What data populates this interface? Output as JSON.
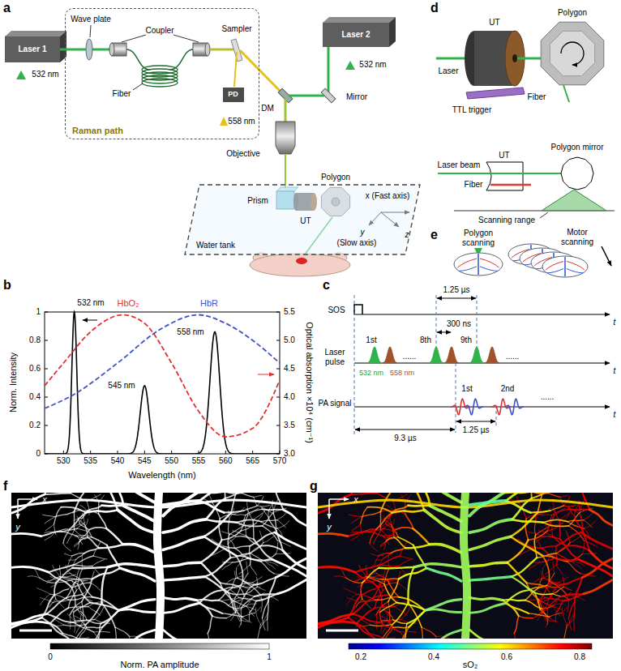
{
  "diagram": {
    "nodes": [
      {
        "text": [
          "Laser 1"
        ]
      },
      {
        "text": [
          "Raman path"
        ]
      },
      {
        "text": [
          "PD"
        ],
        "in": 1
      },
      {
        "text": [
          "Laser 2"
        ]
      },
      {
        "text": [
          "Water tank"
        ]
      }
    ],
    "labels": [
      "a",
      "532 nm",
      "Wave plate",
      "Coupler",
      "Fiber",
      "Sampler",
      "558 nm",
      "DM",
      "Mirror",
      "532 nm",
      "Objective",
      "Prism",
      "Polygon",
      "UT",
      "x (Fast axis)",
      "y",
      "(Slow axis)",
      "z",
      "b",
      "532 nm",
      "HbO₂",
      "HbR",
      "545 nm",
      "558 nm",
      "Norm. Intensity",
      "Optical absorption ×10⁴ (cm⁻¹)",
      "Wavelength (nm)",
      "0",
      "0.2",
      "0.4",
      "0.6",
      "0.8",
      "1",
      "3.0",
      "3.5",
      "4.0",
      "4.5",
      "5.0",
      "5.5",
      "530",
      "535",
      "540",
      "545",
      "550",
      "555",
      "560",
      "565",
      "570",
      "c",
      "SOS",
      "1.25 µs",
      "300 ns",
      "Laser pulse",
      "1st",
      "......",
      "8th",
      "9th",
      "......",
      "532 nm",
      "558 nm",
      "PA signal",
      "1st",
      "2nd",
      "......",
      "9.3 µs",
      "1.25 µs",
      "t",
      "t",
      "t",
      "d",
      "UT",
      "Polygon",
      "Laser",
      "TTL trigger",
      "Fiber",
      "Polygon mirror",
      "Laser beam",
      "UT",
      "Fiber",
      "Scanning range",
      "e",
      "Polygon scanning",
      "Motor scanning",
      "f",
      "x",
      "y",
      "Norm. PA amplitude",
      "0",
      "1",
      "g",
      "x",
      "y",
      "sO₂",
      "0.2",
      "0.4",
      "0.6",
      "0.8"
    ]
  }
}
